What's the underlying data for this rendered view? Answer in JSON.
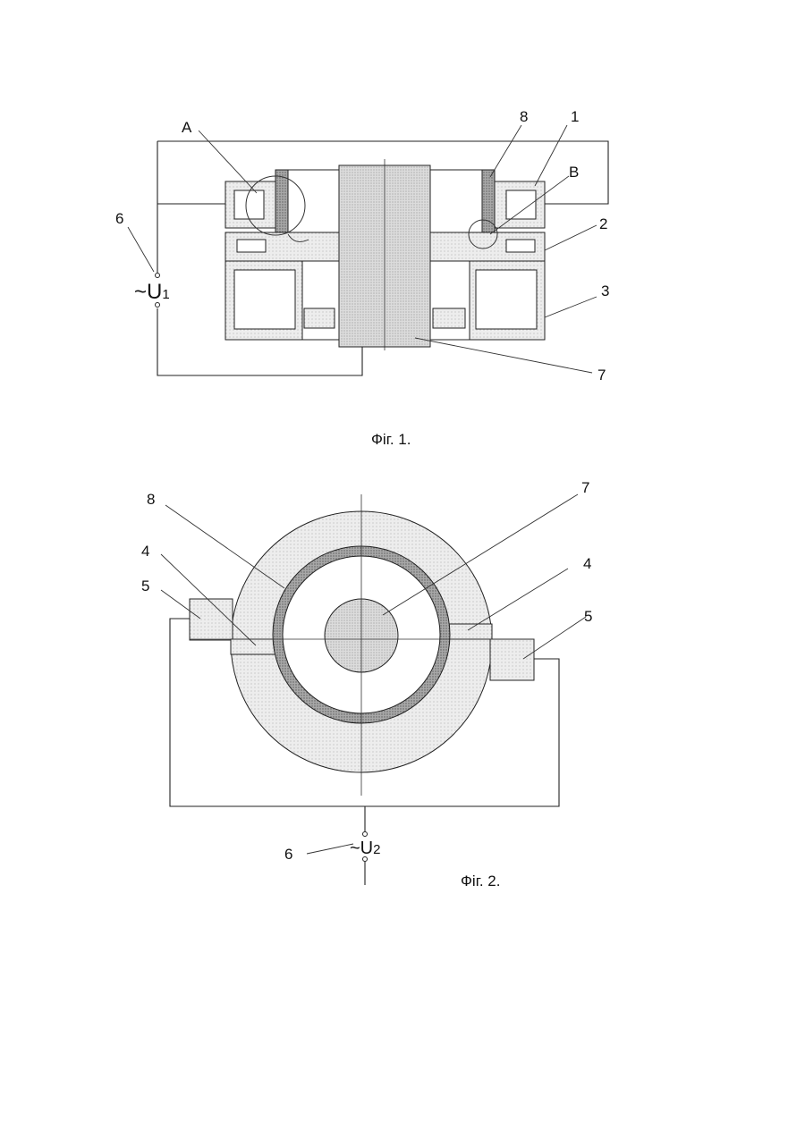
{
  "figure1": {
    "caption": "Фіг. 1.",
    "source_label": "~U",
    "source_subscript": "1",
    "labels": {
      "A": "A",
      "B": "B",
      "n1": "1",
      "n2": "2",
      "n3": "3",
      "n6": "6",
      "n7": "7",
      "n8": "8"
    }
  },
  "figure2": {
    "caption": "Фіг. 2.",
    "source_label": "~U",
    "source_subscript": "2",
    "labels": {
      "n4_left": "4",
      "n4_right": "4",
      "n5_left": "5",
      "n5_right": "5",
      "n6": "6",
      "n7": "7",
      "n8": "8"
    }
  },
  "colors": {
    "fill_light": "#e8e8e8",
    "fill_mid": "#d4d4d4",
    "fill_dark": "#9a9a9a",
    "line": "#222222"
  }
}
